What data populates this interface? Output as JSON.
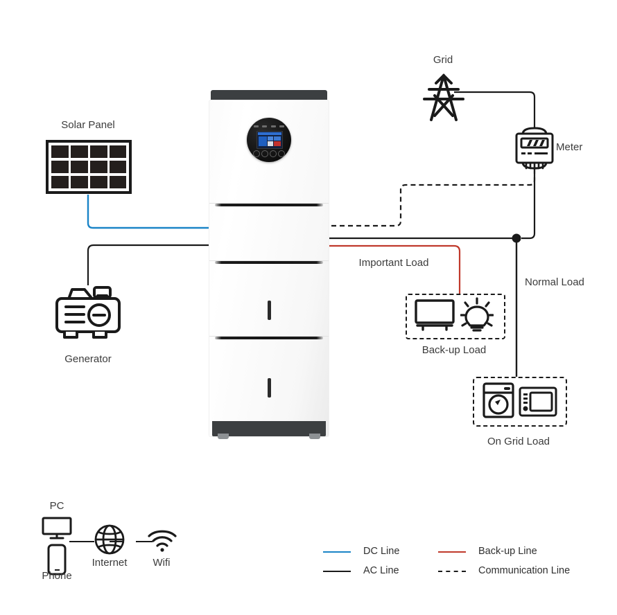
{
  "diagram": {
    "title": "Residential energy storage system wiring diagram",
    "labels": {
      "solar_panel": "Solar Panel",
      "grid": "Grid",
      "meter": "Meter",
      "generator": "Generator",
      "important_load": "Important Load",
      "normal_load": "Normal Load",
      "backup_load": "Back-up Load",
      "ongrid_load": "On Grid Load",
      "pc": "PC",
      "phone": "Phone",
      "internet": "Internet",
      "wifi": "Wifi"
    },
    "icons": {
      "solar_panel": "solar-panel-icon",
      "grid": "transmission-tower-icon",
      "meter": "electric-meter-icon",
      "generator": "generator-icon",
      "tv": "television-icon",
      "bulb": "light-bulb-icon",
      "washer": "washing-machine-icon",
      "microwave": "microwave-oven-icon",
      "pc": "monitor-icon",
      "phone": "smartphone-icon",
      "internet": "globe-icon",
      "wifi": "wifi-icon"
    },
    "inverter": {
      "name": "hybrid-inverter-battery-stack",
      "modules": [
        "inverter-head",
        "power-module",
        "battery-module-1",
        "battery-module-2"
      ],
      "display": "circular-lcd-display"
    },
    "solar_panel_cells": {
      "columns": 4,
      "rows": 3
    },
    "legend": [
      {
        "name": "DC Line",
        "color": "#1a84c7",
        "style": "solid"
      },
      {
        "name": "AC Line",
        "color": "#1a1a1a",
        "style": "solid"
      },
      {
        "name": "Back-up Line",
        "color": "#c0392b",
        "style": "solid"
      },
      {
        "name": "Communication Line",
        "color": "#1a1a1a",
        "style": "dashed"
      }
    ],
    "colors": {
      "dc": "#1a84c7",
      "ac": "#1a1a1a",
      "backup": "#c0392b",
      "comm": "#1a1a1a",
      "text": "#3b3b3b",
      "panel_dark": "#241f1d",
      "cabinet_dark": "#3c3f41"
    }
  }
}
